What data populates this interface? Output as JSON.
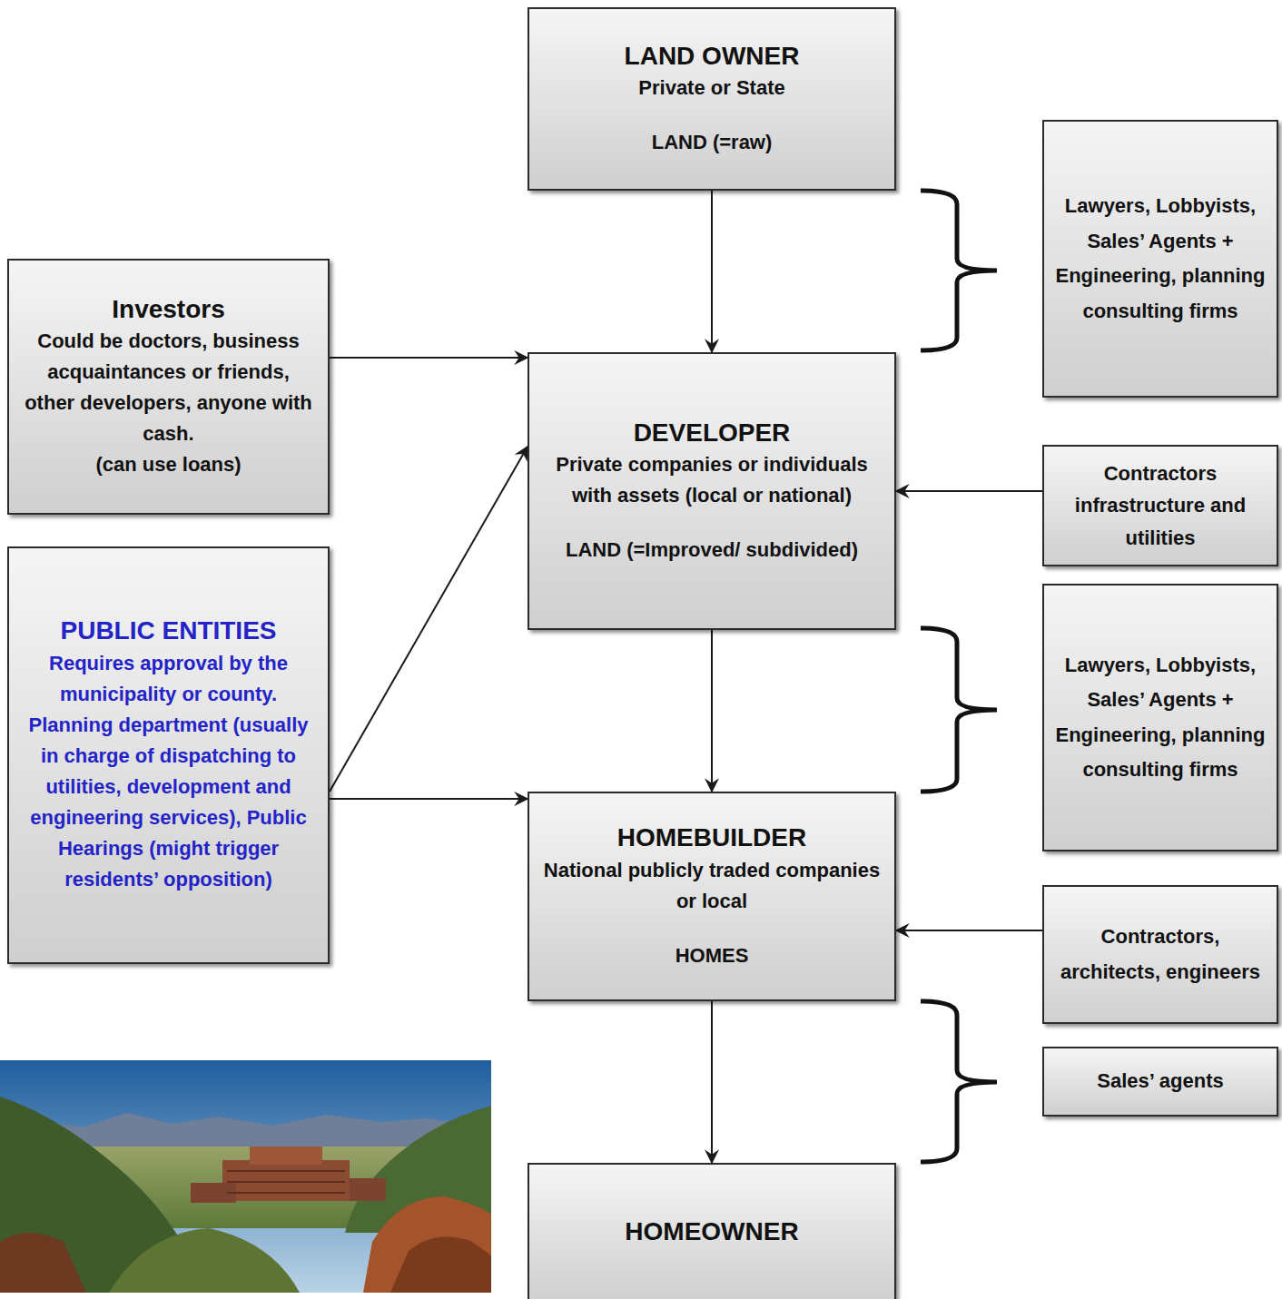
{
  "diagram": {
    "nodes": [
      {
        "text": [
          "LAND OWNER",
          "Private or State",
          "LAND (=raw)"
        ]
      },
      {
        "text": [
          "Lawyers, Lobbyists, Sales’ Agents + Engineering, planning consulting firms"
        ]
      },
      {
        "text": [
          "Investors",
          "Could be doctors, business acquaintances or friends, other developers, anyone with cash.",
          "(can use loans)"
        ]
      },
      {
        "text": [
          "DEVELOPER",
          "Private companies or individuals with assets (local or national)",
          "LAND (=Improved/ subdivided)"
        ]
      },
      {
        "text": [
          "Contractors infrastructure and utilities"
        ]
      },
      {
        "text": [
          "PUBLIC ENTITIES",
          "Requires approval by the municipality or county. Planning department (usually in charge of dispatching to utilities, development and engineering services), Public Hearings (might trigger residents’ opposition)"
        ]
      },
      {
        "text": [
          "Lawyers, Lobbyists, Sales’ Agents + Engineering, planning consulting firms"
        ]
      },
      {
        "text": [
          "HOMEBUILDER",
          "National publicly traded companies or local",
          "HOMES"
        ]
      },
      {
        "text": [
          "Contractors, architects, engineers"
        ]
      },
      {
        "text": [
          "Sales’ agents"
        ]
      },
      {
        "text": [
          "HOMEOWNER"
        ]
      }
    ],
    "edges": [
      {
        "from": 0,
        "to": 3,
        "arrow": "to"
      },
      {
        "from": 2,
        "to": 3,
        "arrow": "to"
      },
      {
        "from": 5,
        "to": 3,
        "arrow": "to"
      },
      {
        "from": 5,
        "to": 7,
        "arrow": "to"
      },
      {
        "from": 4,
        "to": 3,
        "arrow": "to"
      },
      {
        "from": 3,
        "to": 7,
        "arrow": "to"
      },
      {
        "from": 8,
        "to": 7,
        "arrow": "to"
      },
      {
        "from": 7,
        "to": 10,
        "arrow": "to"
      }
    ]
  }
}
